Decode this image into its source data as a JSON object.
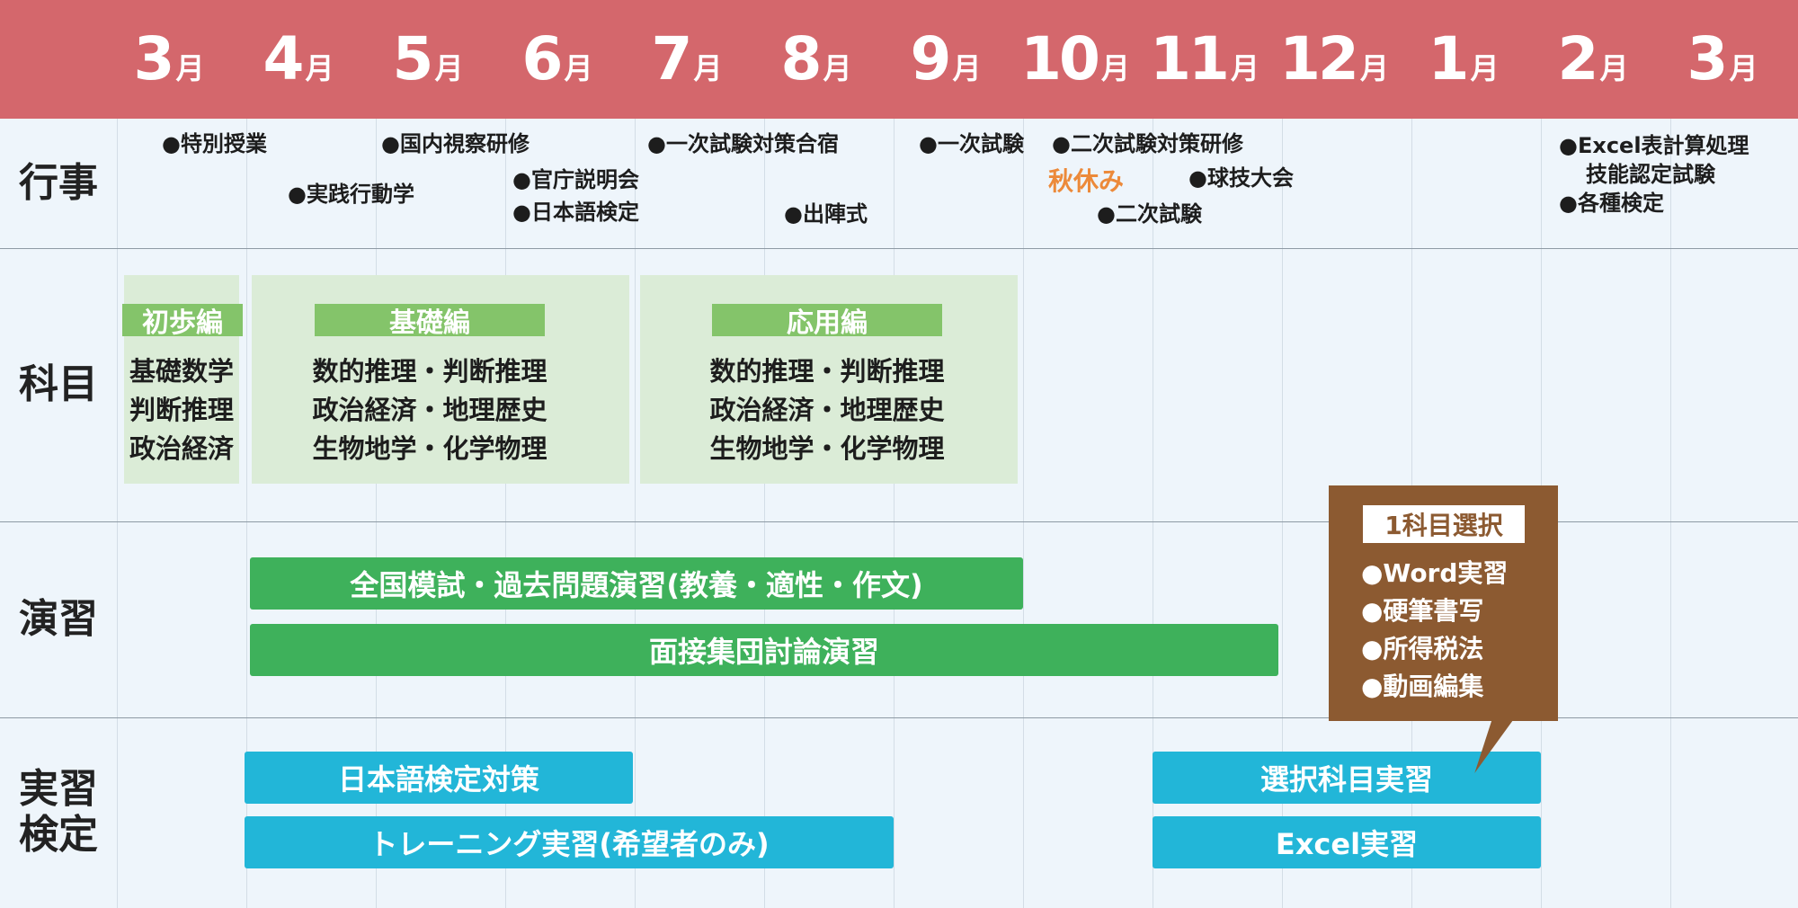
{
  "months": [
    {
      "num": "3",
      "unit": "月"
    },
    {
      "num": "4",
      "unit": "月"
    },
    {
      "num": "5",
      "unit": "月"
    },
    {
      "num": "6",
      "unit": "月"
    },
    {
      "num": "7",
      "unit": "月"
    },
    {
      "num": "8",
      "unit": "月"
    },
    {
      "num": "9",
      "unit": "月"
    },
    {
      "num": "10",
      "unit": "月"
    },
    {
      "num": "11",
      "unit": "月"
    },
    {
      "num": "12",
      "unit": "月"
    },
    {
      "num": "1",
      "unit": "月"
    },
    {
      "num": "2",
      "unit": "月"
    },
    {
      "num": "3",
      "unit": "月"
    }
  ],
  "rows": {
    "events": "行事",
    "subjects": "科目",
    "practice": "演習",
    "training_1": "実習",
    "training_2": "検定"
  },
  "events": {
    "special_class": "●特別授業",
    "practical_study": "●実践行動学",
    "domestic_tour": "●国内視察研修",
    "gov_briefing": "●官庁説明会",
    "japanese_test": "●日本語検定",
    "first_camp": "●一次試験対策合宿",
    "departure": "●出陣式",
    "first_exam": "●一次試験",
    "second_training": "●二次試験対策研修",
    "autumn_break": "秋休み",
    "ball_games": "●球技大会",
    "second_exam": "●二次試験",
    "excel_cert_1": "●Excel表計算処理",
    "excel_cert_2": "技能認定試験",
    "various_tests": "●各種検定"
  },
  "panels": {
    "beginner": {
      "title": "初歩編",
      "lines": [
        "基礎数学",
        "判断推理",
        "政治経済"
      ]
    },
    "basic": {
      "title": "基礎編",
      "lines": [
        "数的推理・判断推理",
        "政治経済・地理歴史",
        "生物地学・化学物理"
      ]
    },
    "applied": {
      "title": "応用編",
      "lines": [
        "数的推理・判断推理",
        "政治経済・地理歴史",
        "生物地学・化学物理"
      ]
    }
  },
  "bars": {
    "mock_exam": "全国模試・過去問題演習(教養・適性・作文)",
    "interview": "面接集団討論演習",
    "jp_test_prep": "日本語検定対策",
    "training_practice": "トレーニング実習(希望者のみ)",
    "elective": "選択科目実習",
    "excel": "Excel実習"
  },
  "callout": {
    "title": "1科目選択",
    "items": [
      "●Word実習",
      "●硬筆書写",
      "●所得税法",
      "●動画編集"
    ]
  },
  "colors": {
    "header": "#d4676c",
    "green_bar": "#3eb15b",
    "blue_bar": "#22b6d8",
    "panel_bg": "#dbecd7",
    "panel_title": "#84c46a",
    "callout": "#8c5a31",
    "autumn_break": "#ec8a3a"
  }
}
